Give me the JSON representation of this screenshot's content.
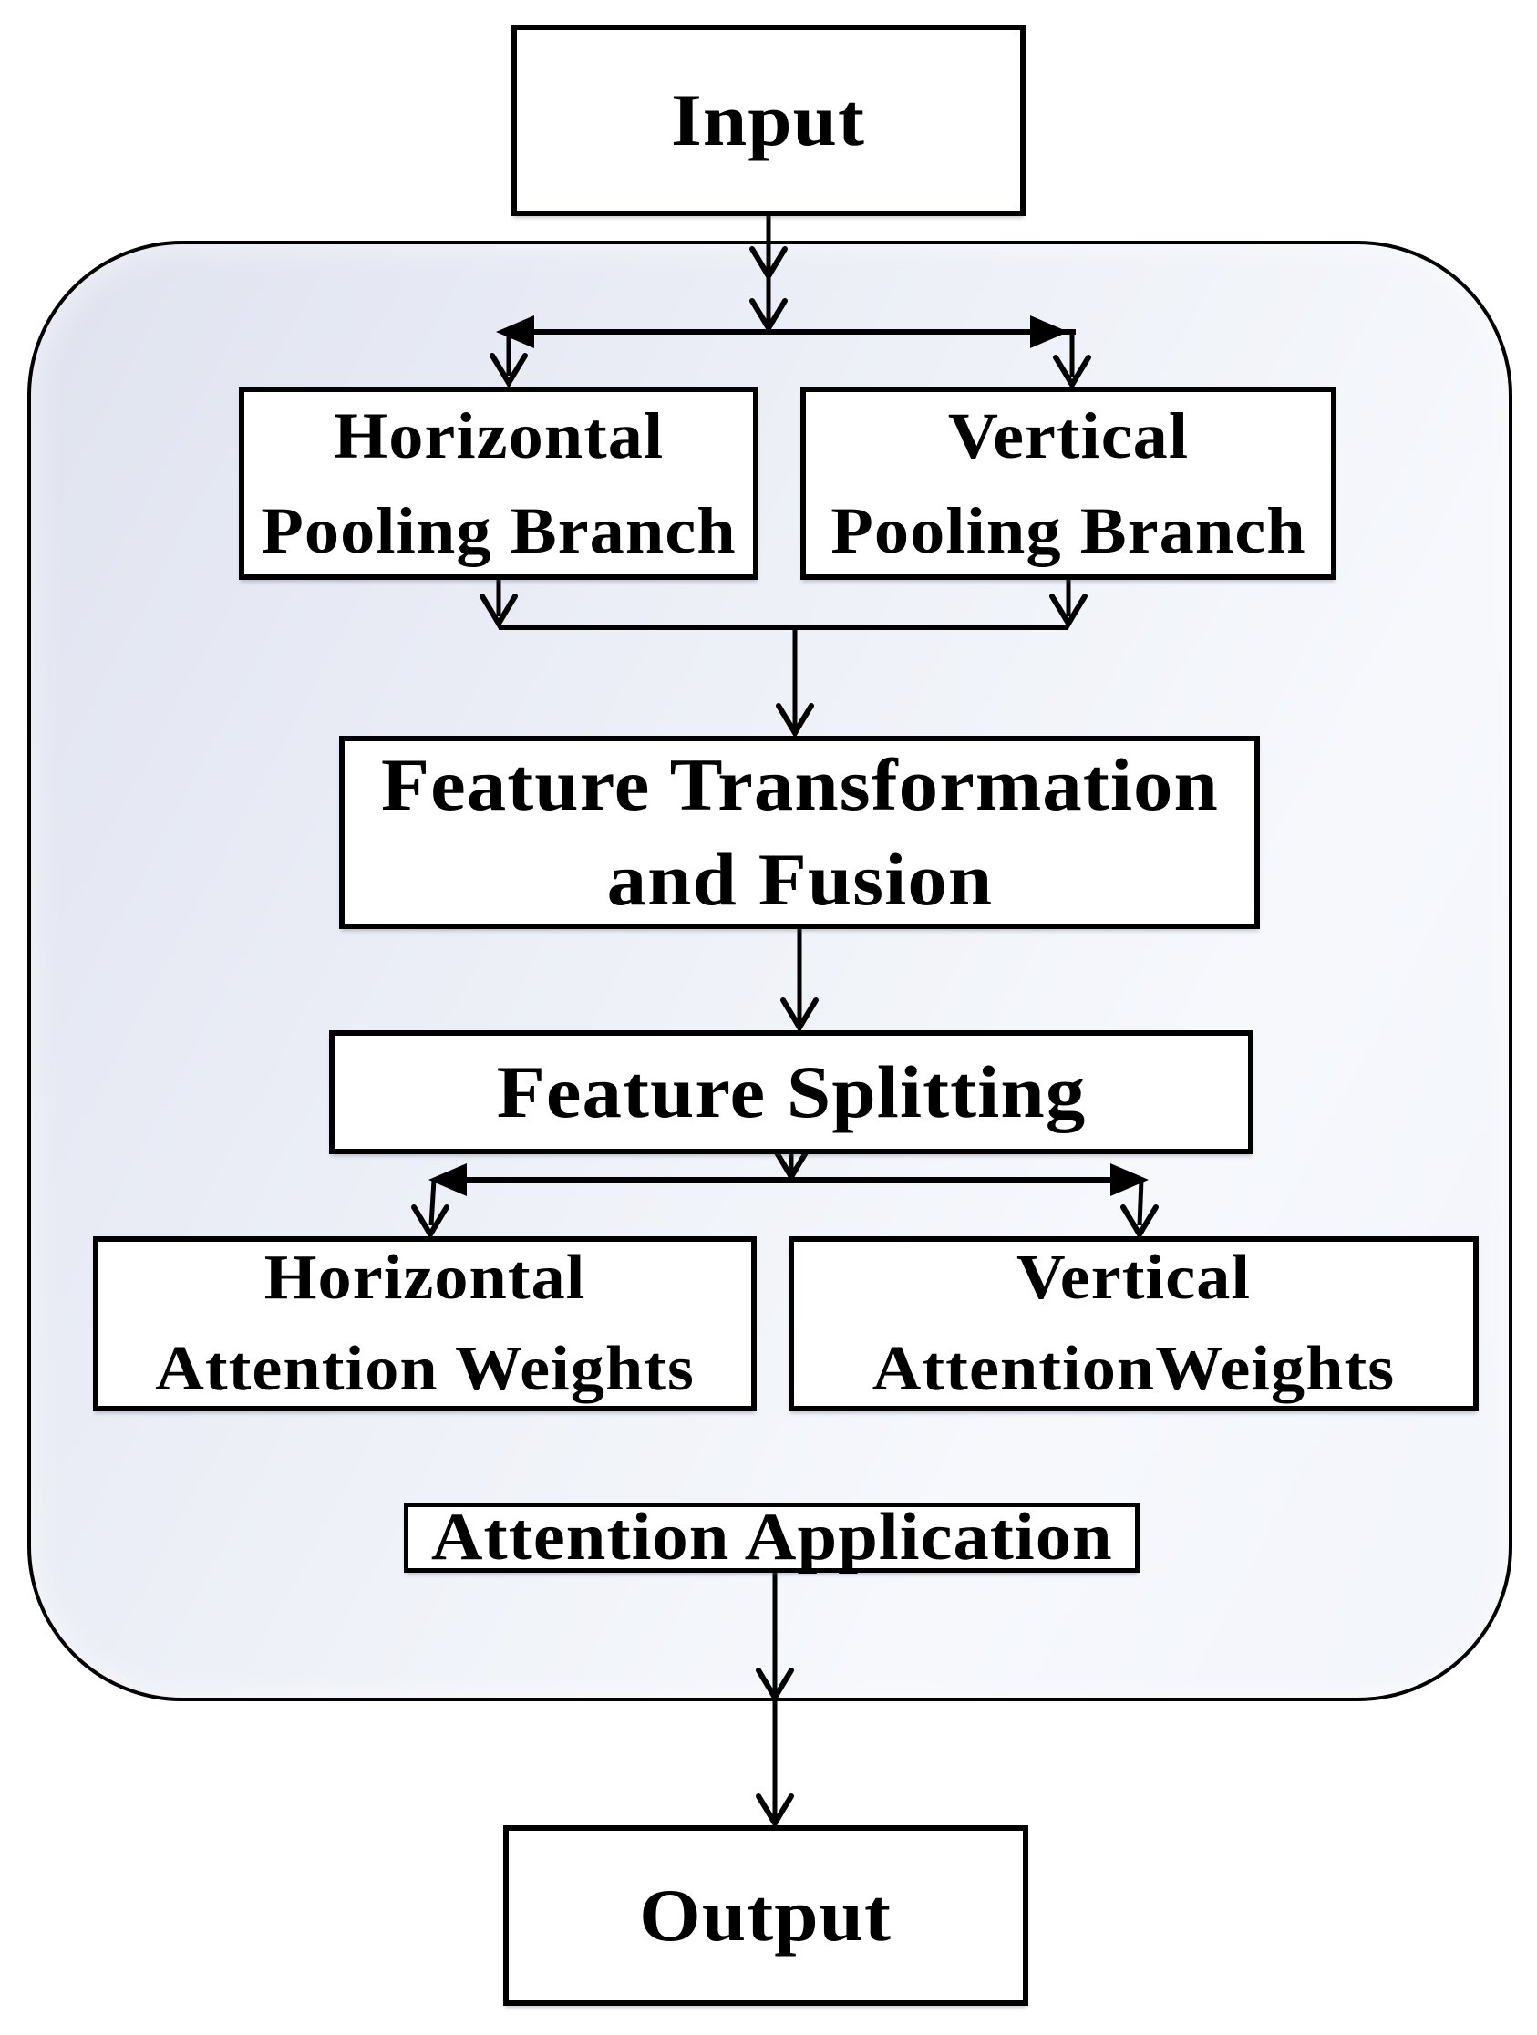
{
  "nodes": {
    "input": {
      "label": "Input"
    },
    "h_pool": {
      "line1": "Horizontal",
      "line2": "Pooling Branch"
    },
    "v_pool": {
      "line1": "Vertical",
      "line2": "Pooling Branch"
    },
    "fusion": {
      "line1": "Feature Transformation",
      "line2": "and Fusion"
    },
    "split": {
      "label": "Feature Splitting"
    },
    "h_attn": {
      "line1": "Horizontal",
      "line2": "Attention Weights"
    },
    "v_attn": {
      "line1": "Vertical",
      "line2": "AttentionWeights"
    },
    "apply": {
      "label": "Attention Application"
    },
    "output": {
      "label": "Output"
    }
  },
  "colors": {
    "stroke": "#000000",
    "box_fill": "#ffffff",
    "panel_gradient_start": "#dfe3ef",
    "panel_gradient_end": "#f2f5fa"
  }
}
